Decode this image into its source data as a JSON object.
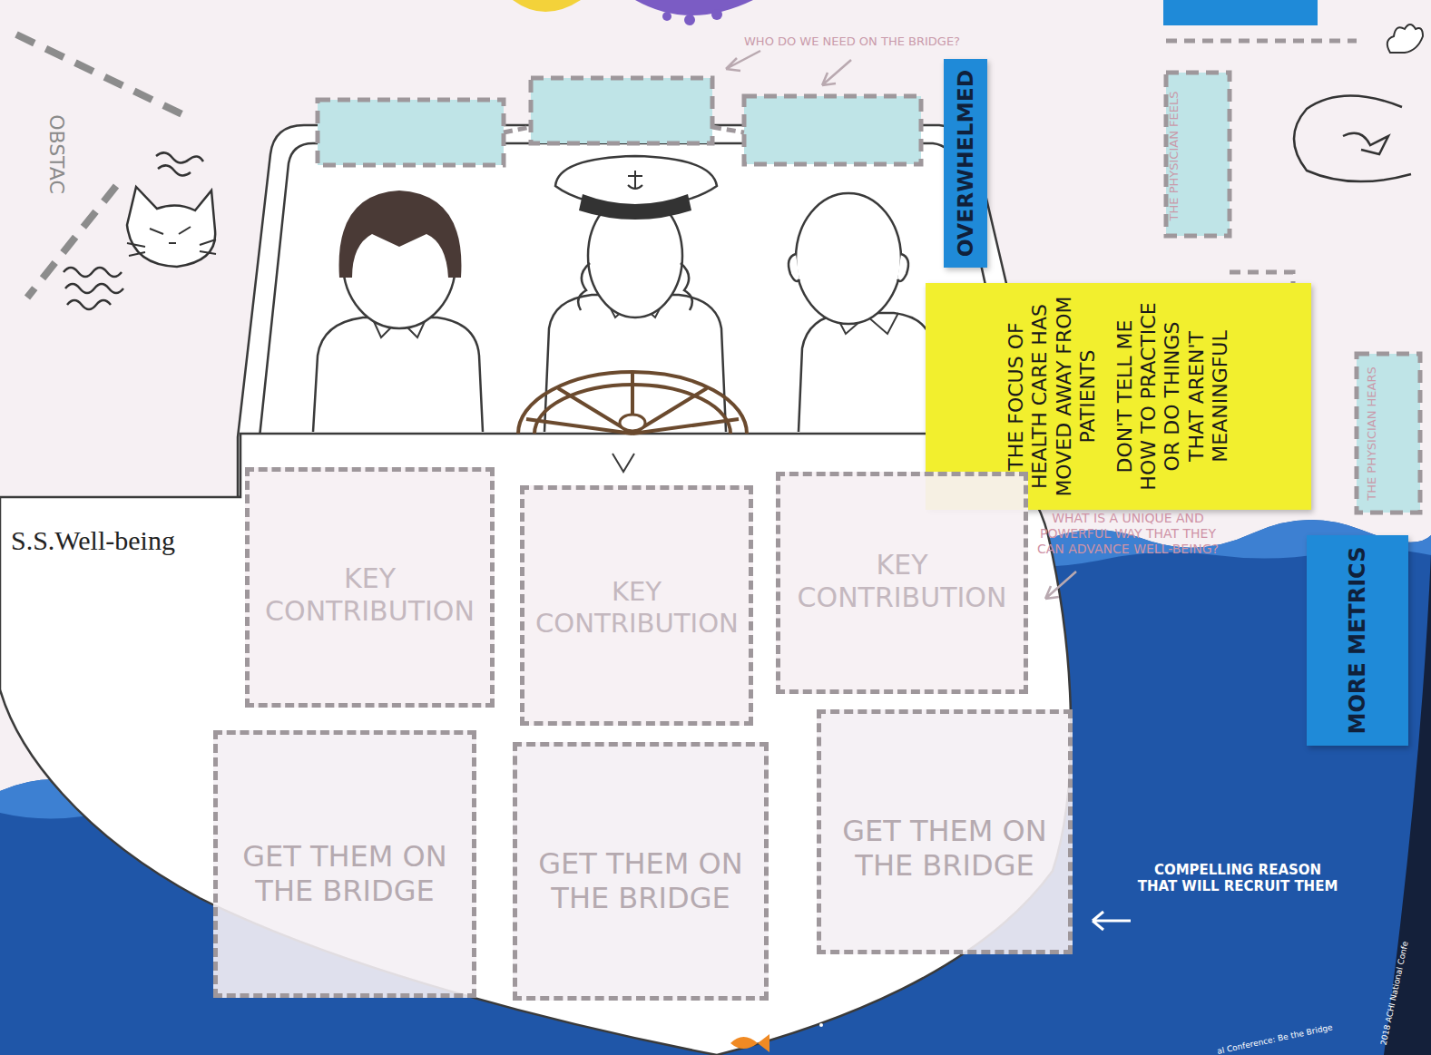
{
  "diagram": {
    "nodes": [
      {
        "text": [
          "OVERWHELMED"
        ]
      },
      {
        "text": [
          "THE FOCUS OF HEALTH CARE HAS MOVED AWAY FROM PATIENTS",
          "DON'T TELL ME HOW TO PRACTICE OR DO THINGS THAT AREN'T MEANINGFUL"
        ]
      },
      {
        "text": [
          "KEY CONTRIBUTION"
        ]
      },
      {
        "text": [
          "KEY CONTRIBUTION"
        ]
      },
      {
        "text": [
          "KEY CONTRIBUTION"
        ]
      },
      {
        "text": [
          "MORE METRICS"
        ]
      },
      {
        "text": [
          "GET THEM ON THE BRIDGE"
        ]
      },
      {
        "text": [
          "GET THEM ON THE BRIDGE"
        ]
      },
      {
        "text": [
          "GET THEM ON THE BRIDGE"
        ]
      }
    ],
    "labels": [
      "WHO DO WE NEED ON THE BRIDGE?",
      "OBSTAC",
      "S.S.Well-being",
      "THE PHYSICIAN FEELS",
      "WHAT IS A UNIQUE AND POWERFUL WAY THAT THEY CAN ADVANCE WELL-BEING?",
      "THE PHYSICIAN HEARS",
      "COMPELLING REASON THAT WILL RECRUIT THEM",
      "2018 ACHI National Confe",
      "al Conference: Be the Bridge"
    ]
  }
}
